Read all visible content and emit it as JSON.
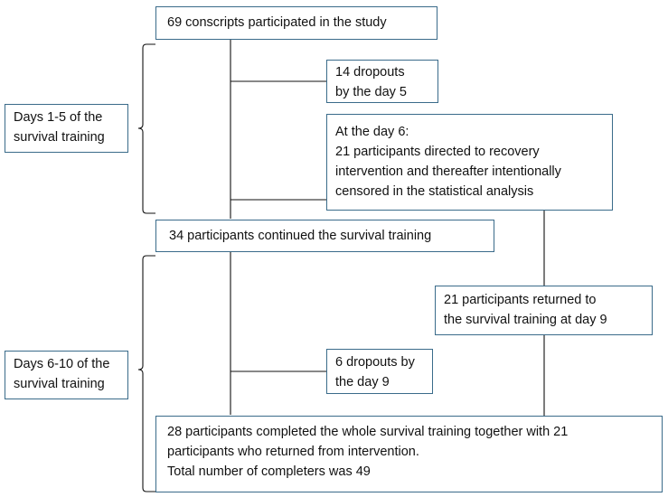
{
  "flow": {
    "start": "69 conscripts participated in the study",
    "dropouts_day5": [
      "14 dropouts",
      "by the day 5"
    ],
    "day6": [
      "At the day 6:",
      "21 participants directed to recovery",
      "intervention and thereafter intentionally",
      "censored in the statistical analysis"
    ],
    "continued": "34 participants continued the survival training",
    "returned": [
      "21 participants returned to",
      "the survival training at day 9"
    ],
    "dropouts_day9": [
      "6 dropouts by",
      "the day 9"
    ],
    "completed": [
      "28 participants completed the whole survival training together with 21",
      "participants who returned from intervention.",
      "Total number of completers was 49"
    ]
  },
  "phases": {
    "phase1": [
      "Days 1-5 of the",
      "survival training"
    ],
    "phase2": [
      "Days 6-10 of the",
      "survival training"
    ]
  },
  "colors": {
    "box_border": "#3a6b8a",
    "line": "#111111"
  }
}
